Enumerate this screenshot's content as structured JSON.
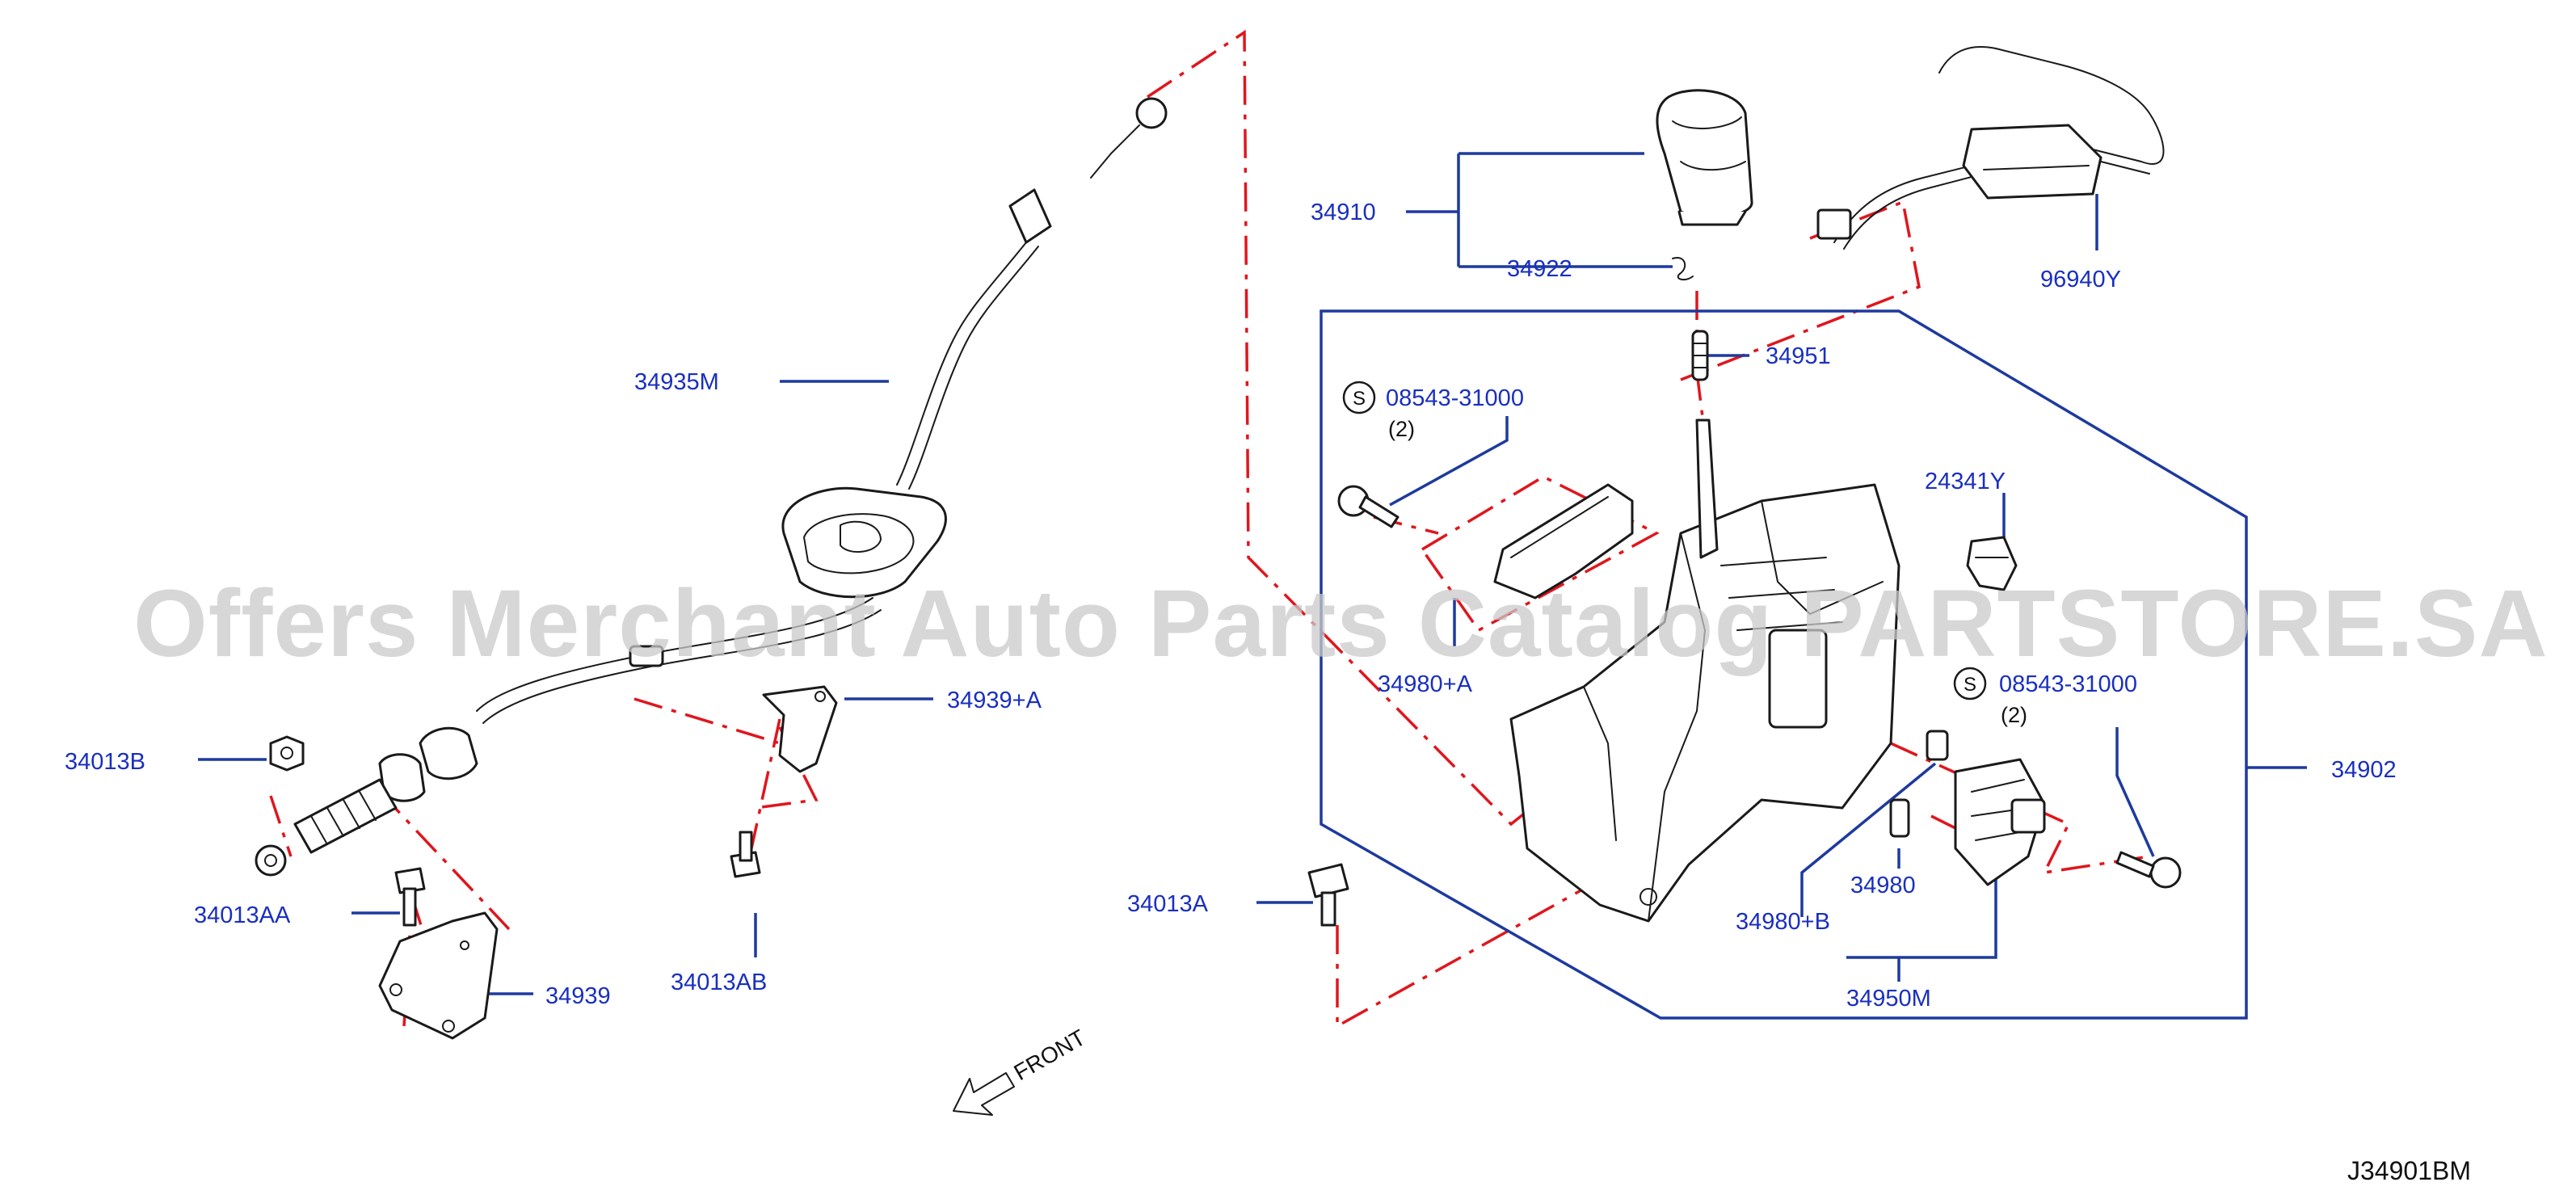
{
  "diagram": {
    "code": "J34901BM",
    "direction_label": "FRONT",
    "watermark": "Offers Merchant Auto Parts Catalog PARTSTORE.SA"
  },
  "parts": {
    "p34910": "34910",
    "p34922": "34922",
    "p34951": "34951",
    "p96940Y": "96940Y",
    "p34935M": "34935M",
    "p08543a": "08543-31000",
    "p08543a_qty": "(2)",
    "p08543b": "08543-31000",
    "p08543b_qty": "(2)",
    "p24341Y": "24341Y",
    "p34980A": "34980+A",
    "p34939A": "34939+A",
    "p34902": "34902",
    "p34013B": "34013B",
    "p34013AA": "34013AA",
    "p34939": "34939",
    "p34013AB": "34013AB",
    "p34013A": "34013A",
    "p34980": "34980",
    "p34980B": "34980+B",
    "p34950M": "34950M",
    "standard_symbol": "S"
  },
  "colors": {
    "label": "#1a2fc0",
    "leader": "#1d3a9e",
    "dashed": "#e0161d",
    "outline": "#1a1a1a",
    "watermark": "#c9c9c9"
  }
}
